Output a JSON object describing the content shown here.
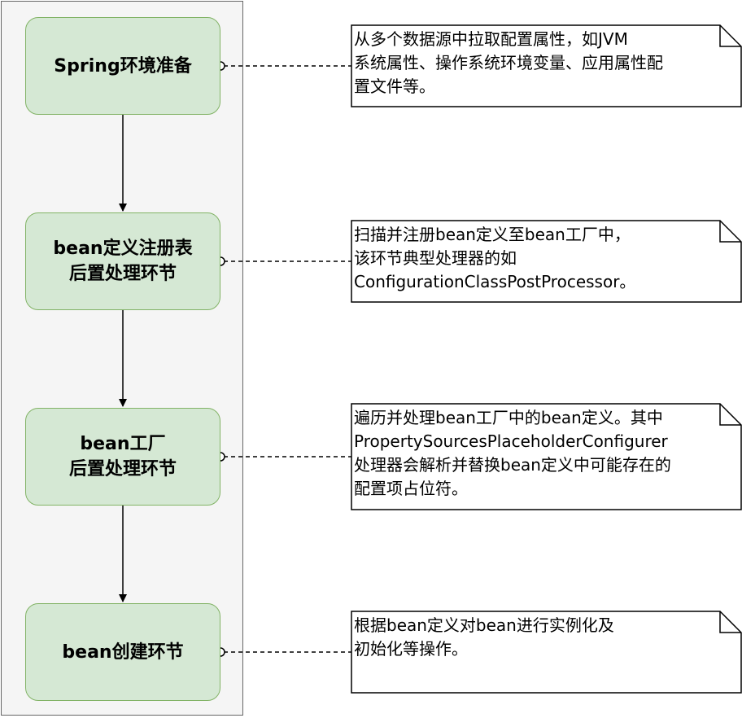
{
  "steps": [
    {
      "label": "Spring环境准备"
    },
    {
      "label": "bean定义注册表\n后置处理环节"
    },
    {
      "label": "bean工厂\n后置处理环节"
    },
    {
      "label": "bean创建环节"
    }
  ],
  "notes": [
    {
      "text": "从多个数据源中拉取配置属性，如JVM\n系统属性、操作系统环境变量、应用属性配\n置文件等。"
    },
    {
      "text": "扫描并注册bean定义至bean工厂中，\n该环节典型处理器的如\nConfigurationClassPostProcessor。"
    },
    {
      "text": "遍历并处理bean工厂中的bean定义。其中\nPropertySourcesPlaceholderConfigurer\n处理器会解析并替换bean定义中可能存在的\n配置项占位符。"
    },
    {
      "text": "根据bean定义对bean进行实例化及\n初始化等操作。"
    }
  ],
  "colors": {
    "step_fill": "#d5e8d4",
    "step_border": "#82b366",
    "lane_fill": "#f5f5f5",
    "lane_border": "#666666",
    "line": "#000000"
  }
}
